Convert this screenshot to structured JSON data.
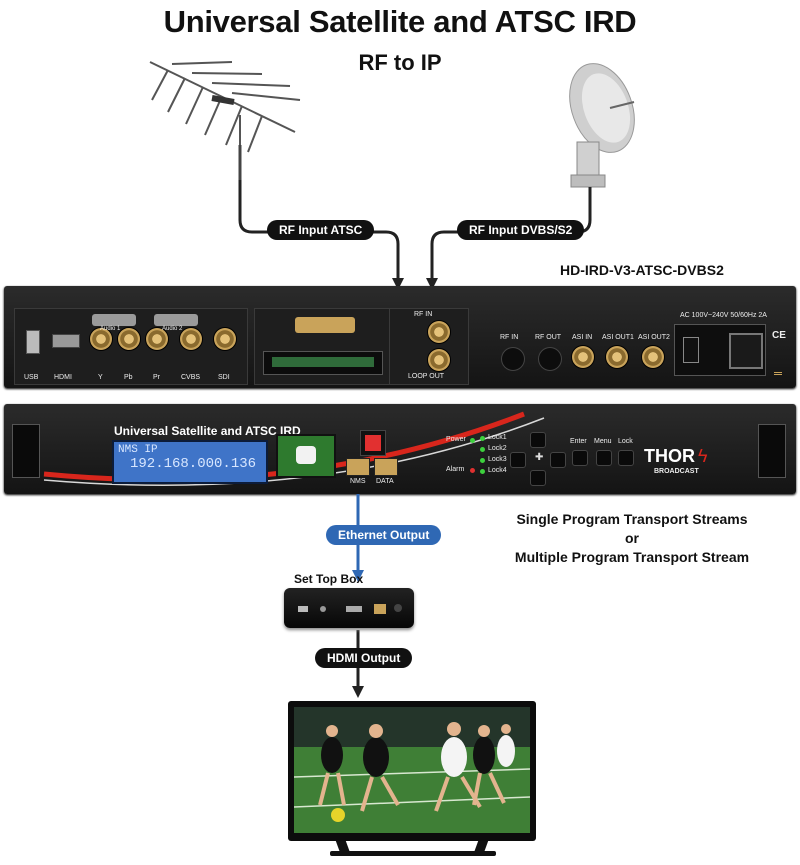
{
  "header": {
    "title": "Universal Satellite and ATSC IRD",
    "subtitle": "RF to IP"
  },
  "inputs": {
    "atsc_label": "RF Input ATSC",
    "dvbs_label": "RF Input DVBS/S2"
  },
  "rear_panel": {
    "model": "HD-IRD-V3-ATSC-DVBS2",
    "ports": {
      "usb": "USB",
      "hdmi": "HDMI",
      "y": "Y",
      "pb": "Pb",
      "pr": "Pr",
      "cvbs": "CVBS",
      "sdi": "SDI",
      "audio1": "Audio 1",
      "audio2": "Audio 2",
      "rf_in_top": "RF IN",
      "loop_out": "LOOP OUT",
      "rf_in": "RF IN",
      "rf_out": "RF OUT",
      "asi_in": "ASI IN",
      "asi_out1": "ASI OUT1",
      "asi_out2": "ASI OUT2",
      "power_rating": "AC 100V~240V 50/60Hz 2A",
      "ce": "CE"
    }
  },
  "front_panel": {
    "title": "Universal Satellite and ATSC IRD",
    "lcd_line1": "NMS IP",
    "lcd_line2": "192.168.000.136",
    "nms": "NMS",
    "data": "DATA",
    "power": "Power",
    "alarm": "Alarm",
    "locks": [
      "Lock1",
      "Lock2",
      "Lock3",
      "Lock4"
    ],
    "enter": "Enter",
    "menu": "Menu",
    "lock": "Lock",
    "brand": "THOR",
    "brand_sub": "BROADCAST"
  },
  "outputs": {
    "ethernet": "Ethernet Output",
    "stream_line1": "Single Program Transport Streams",
    "stream_line2": "or",
    "stream_line3": "Multiple Program Transport Stream",
    "set_top_box": "Set Top Box",
    "hdmi_output": "HDMI Output"
  },
  "colors": {
    "label_pill": "#111111",
    "ethernet_pill": "#2f68b4",
    "lcd": "#3f74c8",
    "front_panel_swoosh": "#d8261c"
  }
}
